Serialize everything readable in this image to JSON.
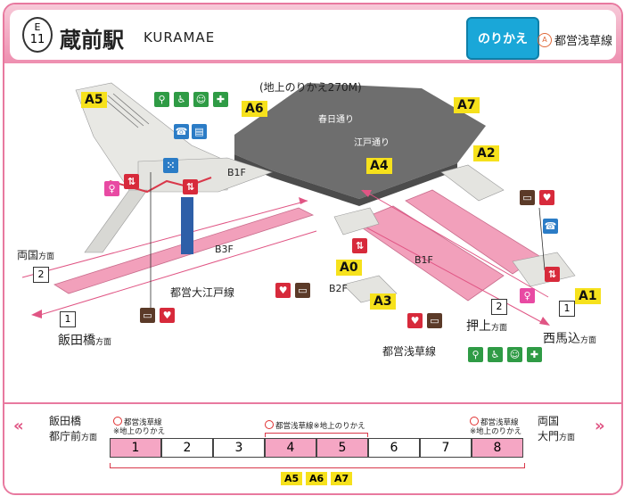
{
  "header": {
    "line_letter": "E",
    "station_number": "11",
    "station_name": "蔵前駅",
    "station_roman": "KURAMAE",
    "transfer_label": "のりかえ",
    "transfer_line_icon": "A",
    "transfer_line": "都営浅草線"
  },
  "map": {
    "overhead_note": "(地上のりかえ270M)",
    "exits": [
      "A5",
      "A6",
      "A7",
      "A4",
      "A2",
      "A0",
      "A3",
      "A1"
    ],
    "street_kasuga": "春日通り",
    "street_edo": "江戸通り",
    "level_b1f_left": "B1F",
    "level_b1f_right": "B1F",
    "level_b2f": "B2F",
    "level_b3f": "B3F",
    "line_oedo": "都営大江戸線",
    "line_asakusa": "都営浅草線",
    "dir_ryogoku": "両国",
    "dir_ryogoku_suffix": "方面",
    "dir_ryogoku_num": "2",
    "dir_iidabashi_num": "1",
    "dir_iidabashi": "飯田橋",
    "dir_iidabashi_suffix": "方面",
    "dir_oshiage_num": "2",
    "dir_oshiage": "押上",
    "dir_oshiage_suffix": "方面",
    "dir_nishimagome_num": "1",
    "dir_nishimagome": "西馬込",
    "dir_nishimagome_suffix": "方面",
    "colors": {
      "pink": "#f2a0bb",
      "gray": "#6e6e6e",
      "exit": "#f6e11c",
      "line_red": "#d9384a"
    }
  },
  "bottom": {
    "left_dir_1": "飯田橋",
    "left_dir_2": "都庁前",
    "left_dir_suffix": "方面",
    "right_dir_1": "両国",
    "right_dir_2": "大門",
    "right_dir_suffix": "方面",
    "note_left_1": "都営浅草線",
    "note_left_2": "※地上のりかえ",
    "note_mid": "都営浅草線※地上のりかえ",
    "note_right_1": "都営浅草線",
    "note_right_2": "※地上のりかえ",
    "cars": [
      "1",
      "2",
      "3",
      "4",
      "5",
      "6",
      "7",
      "8"
    ],
    "exit_tags": [
      "A5",
      "A6",
      "A7"
    ]
  }
}
